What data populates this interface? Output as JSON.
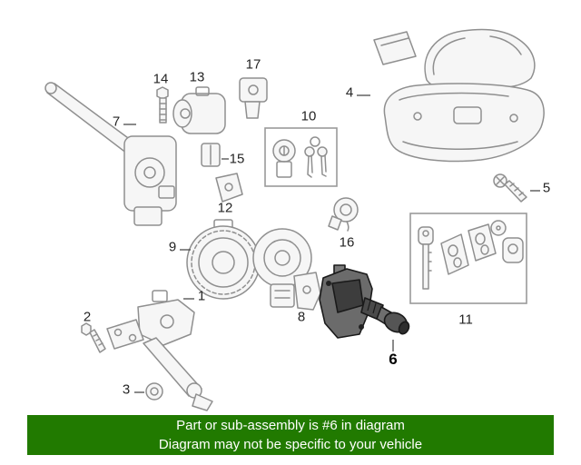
{
  "page": {
    "background": "#ffffff"
  },
  "banner": {
    "line1": "Part or sub-assembly is #6 in diagram",
    "line2": "Diagram may not be specific to your vehicle",
    "background": "#217a00",
    "text_color": "#ffffff"
  },
  "diagram": {
    "type": "exploded-parts-diagram",
    "highlighted_part": "6",
    "line_art_color": "#8f8f8f",
    "highlight_color": "#3a3a3a",
    "callouts": {
      "1": {
        "label": "1"
      },
      "2": {
        "label": "2"
      },
      "3": {
        "label": "3"
      },
      "4": {
        "label": "4"
      },
      "5": {
        "label": "5"
      },
      "6": {
        "label": "6"
      },
      "7": {
        "label": "7"
      },
      "8": {
        "label": "8"
      },
      "9": {
        "label": "9"
      },
      "10": {
        "label": "10"
      },
      "11": {
        "label": "11"
      },
      "12": {
        "label": "12"
      },
      "13": {
        "label": "13"
      },
      "14": {
        "label": "14"
      },
      "15": {
        "label": "15"
      },
      "16": {
        "label": "16"
      },
      "17": {
        "label": "17"
      }
    }
  }
}
